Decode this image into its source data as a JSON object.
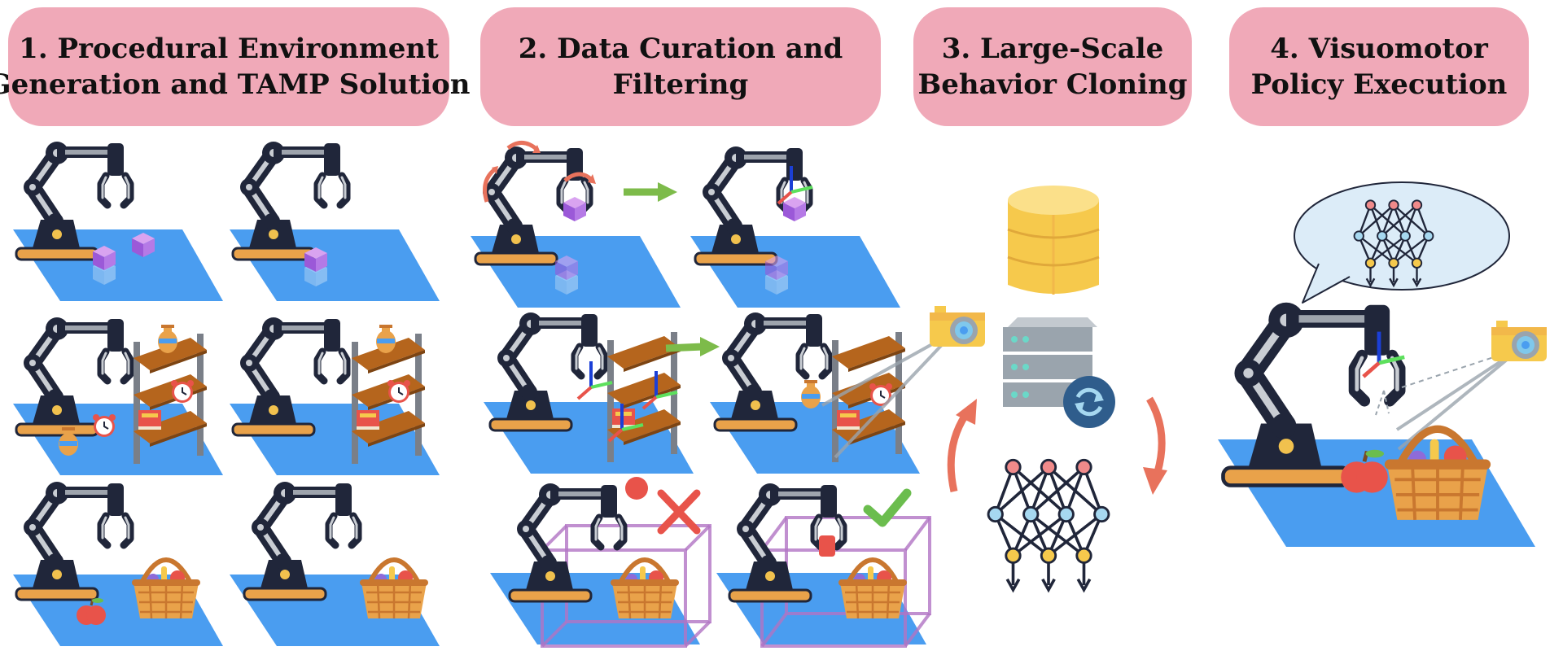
{
  "headers": [
    {
      "line1": "1. Procedural Environment",
      "line2": "Generation and TAMP Solution"
    },
    {
      "line1": "2. Data Curation and",
      "line2": "Filtering"
    },
    {
      "line1": "3. Large-Scale",
      "line2": "Behavior Cloning"
    },
    {
      "line1": "4. Visuomotor",
      "line2": "Policy Execution"
    }
  ],
  "colors": {
    "header_bg": "#f0a9b8",
    "floor": "#4a9df0",
    "robot": "#20263a",
    "robot_base": "#e9a24a",
    "arrow_green": "#7dbb4a",
    "arrow_red": "#e8725c",
    "reject": "#e8534a",
    "accept": "#6bbd4e",
    "database": "#f6c94c",
    "server": "#9aa4ad",
    "bubble": "#dcecf8"
  },
  "icons": [
    "robot-arm-icon",
    "cube-icon",
    "shelf-icon",
    "vase-icon",
    "clock-icon",
    "book-icon",
    "basket-icon",
    "apple-icon",
    "camera-icon",
    "database-icon",
    "server-icon",
    "sync-icon",
    "neural-network-icon",
    "check-icon",
    "cross-icon",
    "coordinate-frame-icon"
  ]
}
